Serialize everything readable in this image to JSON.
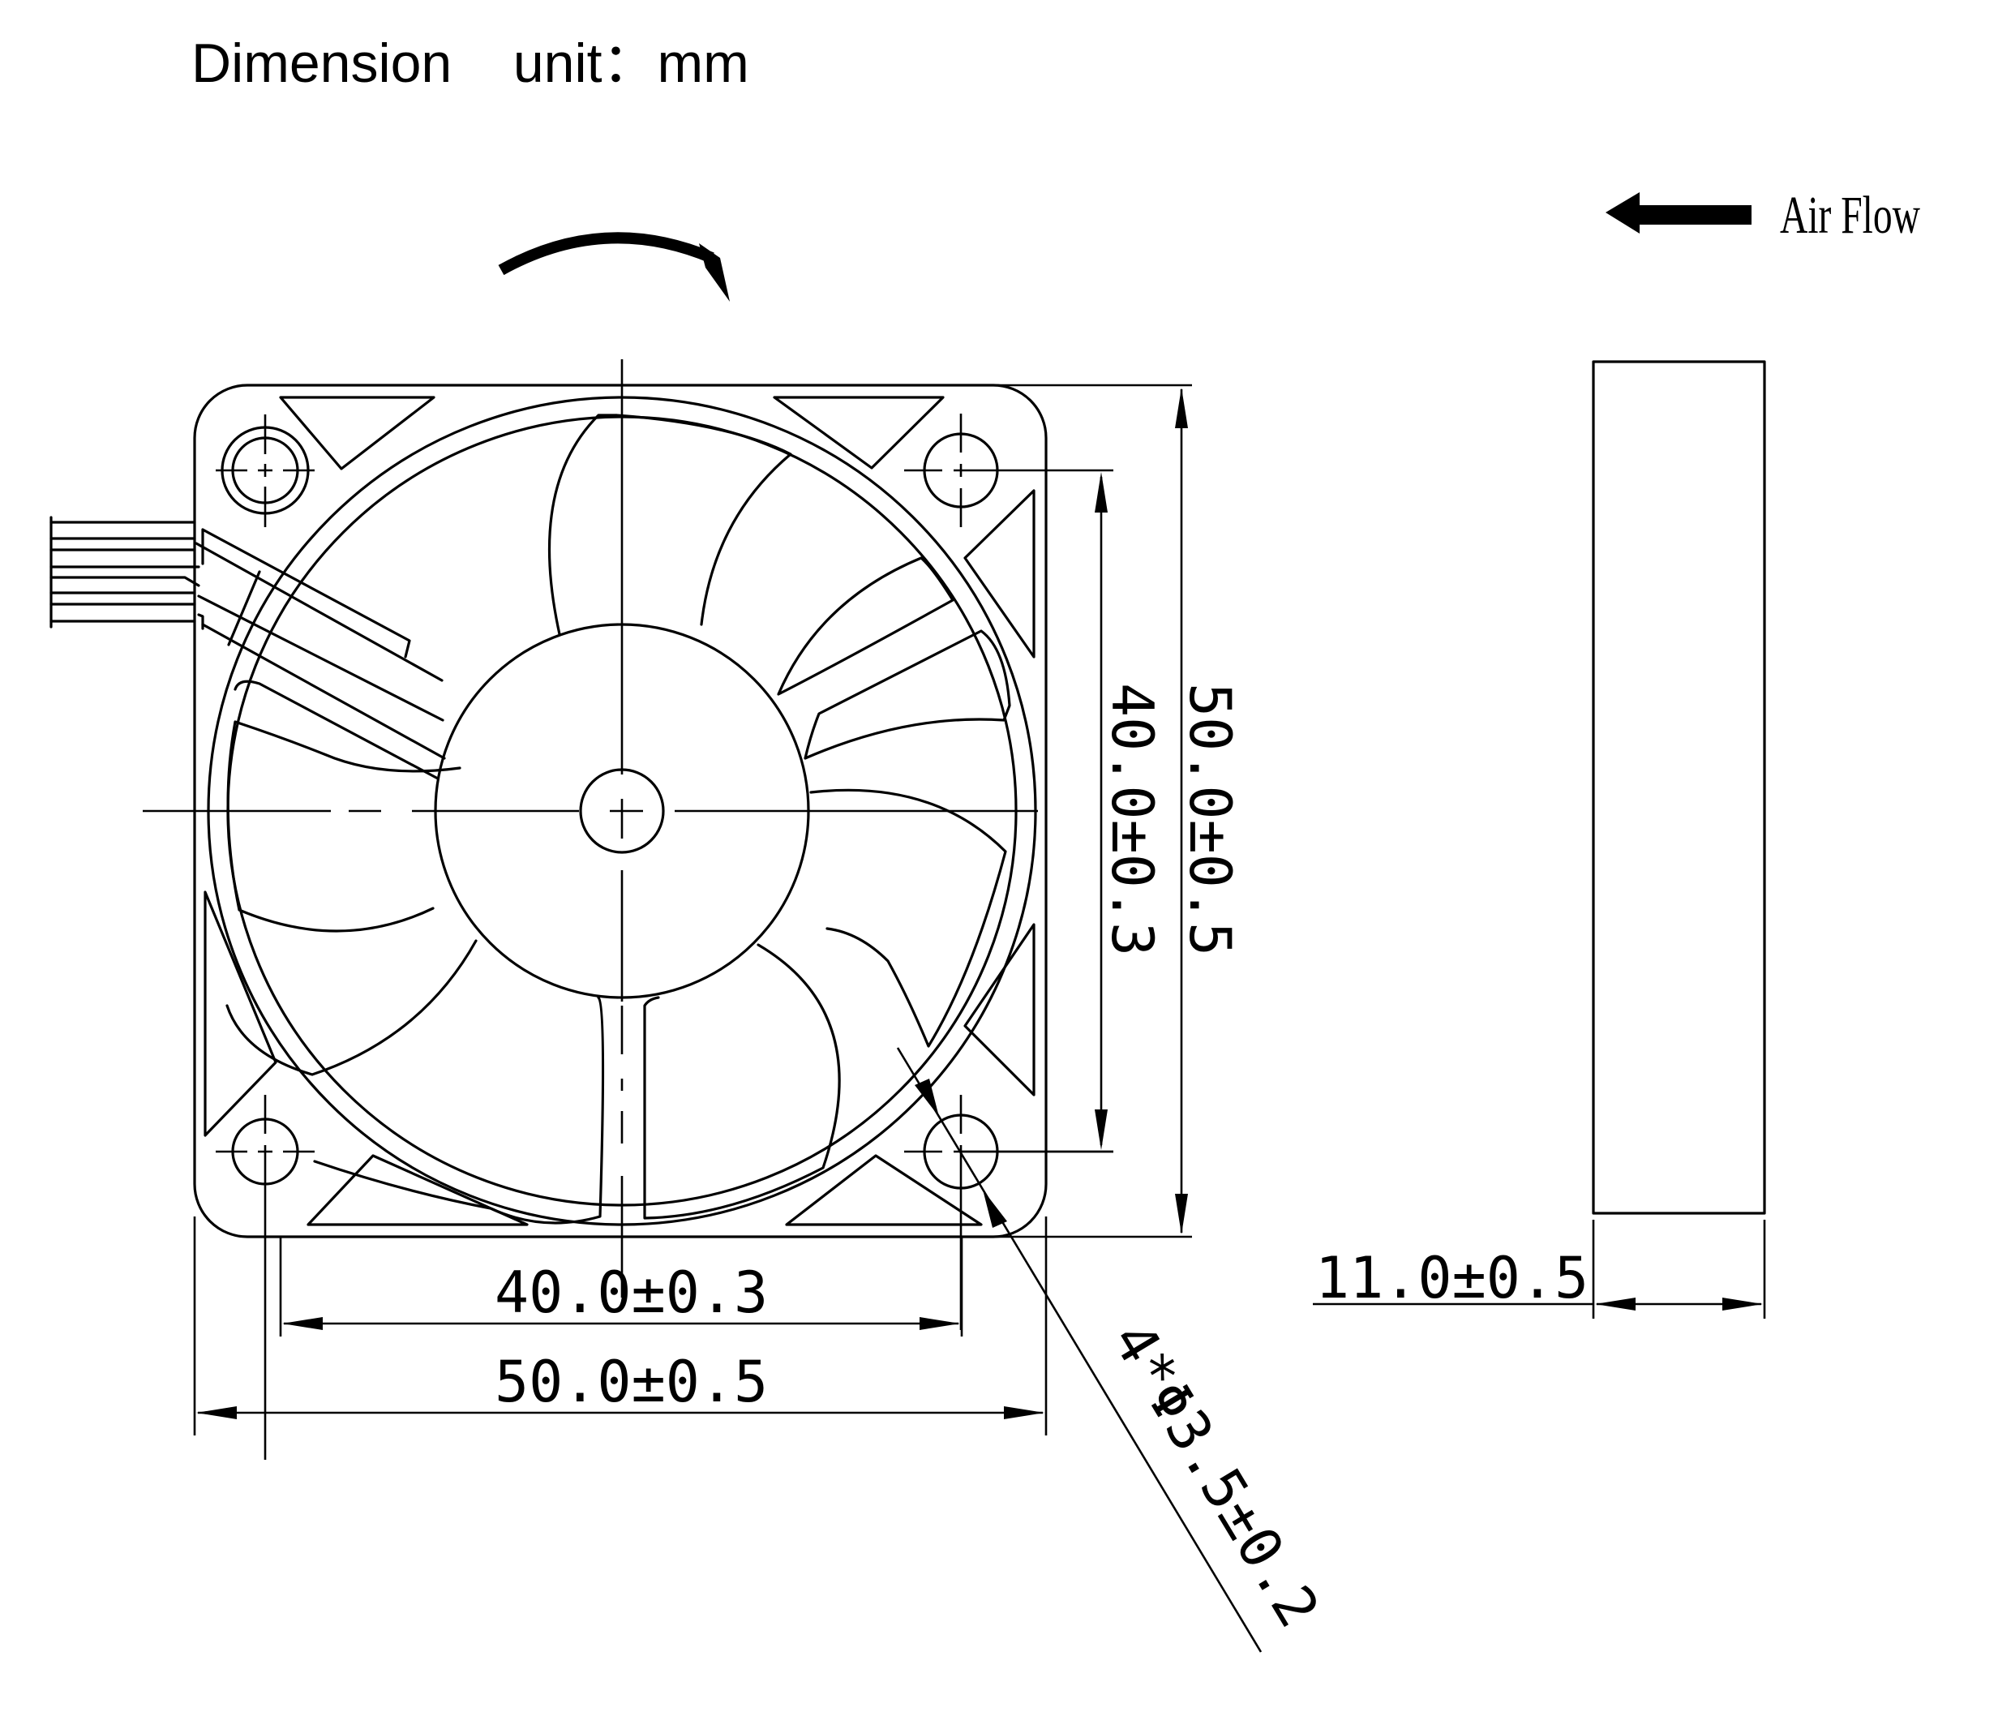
{
  "header": {
    "title": "Dimension",
    "unit_label": "unit：mm"
  },
  "legend": {
    "airflow_label": "Air Flow",
    "airflow_icon": "left-arrow-icon",
    "rotation_icon": "clockwise-rotation-arrow-icon"
  },
  "front_view": {
    "frame_width": "50.0±0.5",
    "frame_height": "50.0±0.5",
    "hole_spacing_horizontal": "40.0±0.3",
    "hole_spacing_vertical": "40.0±0.3",
    "mounting_holes": "4*Φ3.5±0.2",
    "blade_count": 7
  },
  "side_view": {
    "thickness": "11.0±0.5"
  },
  "colors": {
    "line": "#000000",
    "background": "#ffffff"
  }
}
